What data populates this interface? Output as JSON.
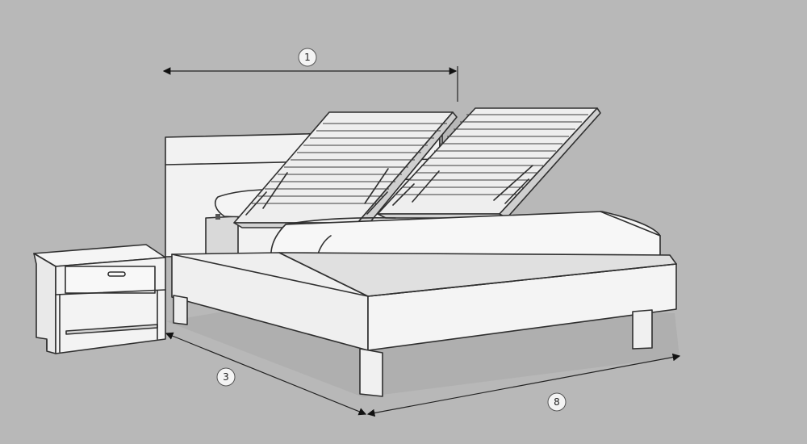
{
  "diagram": {
    "background_color": "#b8b8b8",
    "line_color": "#2f2f2f",
    "fill_color": "#f1f1f1",
    "shadow_color": "#a8a8a8",
    "callouts": {
      "width": "1",
      "length": "3",
      "side": "8"
    },
    "components": [
      "headboard",
      "bed-frame",
      "left-lifting-slat-base",
      "right-lifting-slat-base",
      "mattress",
      "pillows",
      "gas-struts",
      "nightstand",
      "drawer",
      "drawer-handle"
    ]
  }
}
